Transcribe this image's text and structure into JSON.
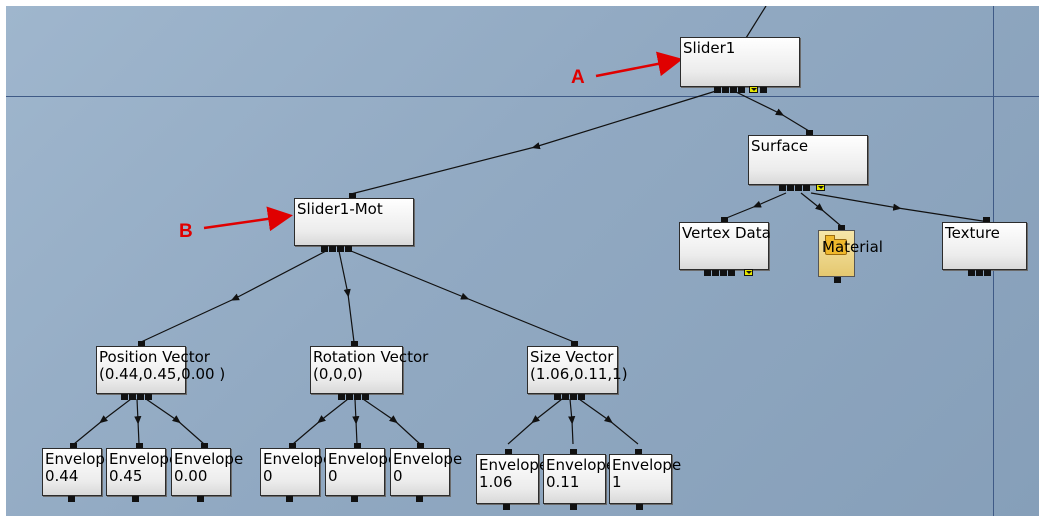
{
  "annotations": {
    "a": "A",
    "b": "B"
  },
  "nodes": {
    "slider1": "Slider1",
    "surface": "Surface",
    "vertex_data": "Vertex Data",
    "material": "Material",
    "texture": "Texture",
    "slider1_mot": "Slider1-Mot",
    "position_vector": {
      "title": "Position Vector",
      "value": "(0.44,0.45,0.00  )"
    },
    "rotation_vector": {
      "title": "Rotation Vector",
      "value": "(0,0,0)"
    },
    "size_vector": {
      "title": "Size Vector",
      "value": "(1.06,0.11,1)"
    },
    "envelopes": [
      {
        "label": "Envelope",
        "value": "0.44"
      },
      {
        "label": "Envelope",
        "value": "0.45"
      },
      {
        "label": "Envelope",
        "value": "0.00"
      },
      {
        "label": "Envelope",
        "value": "0"
      },
      {
        "label": "Envelope",
        "value": "0"
      },
      {
        "label": "Envelope",
        "value": "0"
      },
      {
        "label": "Envelope",
        "value": "1.06"
      },
      {
        "label": "Envelope",
        "value": "0.11"
      },
      {
        "label": "Envelope",
        "value": "1"
      }
    ]
  },
  "colors": {
    "background": "#94abc4",
    "grid_line": "#3f5a86",
    "wire": "#111111",
    "annotation": "#e00000",
    "port_dropdown": "#e6e600"
  }
}
